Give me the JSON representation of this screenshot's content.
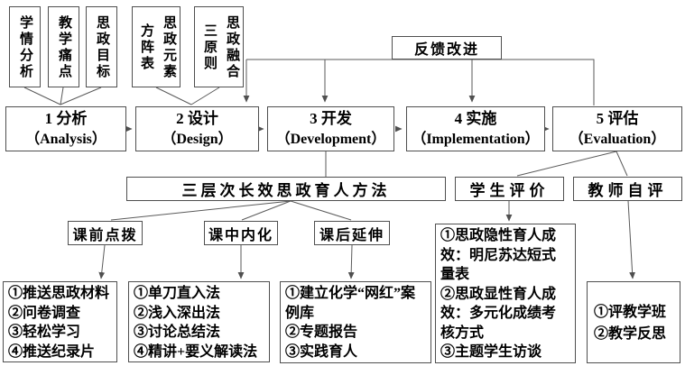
{
  "colors": {
    "border": "#4f4f4f",
    "line": "#5a5a5a",
    "text": "#000000",
    "background": "#ffffff"
  },
  "top_inputs": [
    {
      "lines": [
        "学情分析"
      ]
    },
    {
      "lines": [
        "教学痛点"
      ]
    },
    {
      "lines": [
        "思政目标"
      ]
    },
    {
      "lines": [
        "思政元素",
        "方阵表"
      ]
    },
    {
      "lines": [
        "思政融合",
        "三原则"
      ]
    }
  ],
  "feedback": {
    "label": "反馈改进"
  },
  "stages": [
    {
      "title": "1 分析",
      "subtitle": "（Analysis）"
    },
    {
      "title": "2 设计",
      "subtitle": "（Design）"
    },
    {
      "title": "3 开发",
      "subtitle": "（Development）"
    },
    {
      "title": "4 实施",
      "subtitle": "（Implementation）"
    },
    {
      "title": "5 评估",
      "subtitle": "（Evaluation）"
    }
  ],
  "method": {
    "header": "三层次长效思政育人方法"
  },
  "phases": [
    {
      "label": "课前点拨",
      "items": [
        "①推送思政材料",
        "②问卷调查",
        "③轻松学习",
        "④推送纪录片"
      ]
    },
    {
      "label": "课中内化",
      "items": [
        "①单刀直入法",
        "②浅入深出法",
        "③讨论总结法",
        "④精讲+要义解读法"
      ]
    },
    {
      "label": "课后延伸",
      "items": [
        "①建立化学“网红”案例库",
        "②专题报告",
        "③实践育人"
      ]
    }
  ],
  "evaluations": [
    {
      "label": "学生评价",
      "items": [
        "①思政隐性育人成效：明尼苏达短式量表",
        "②思政显性育人成效：多元化成绩考核方式",
        "③主题学生访谈"
      ]
    },
    {
      "label": "教师自评",
      "items": [
        "①评教学班",
        "②教学反思"
      ]
    }
  ]
}
